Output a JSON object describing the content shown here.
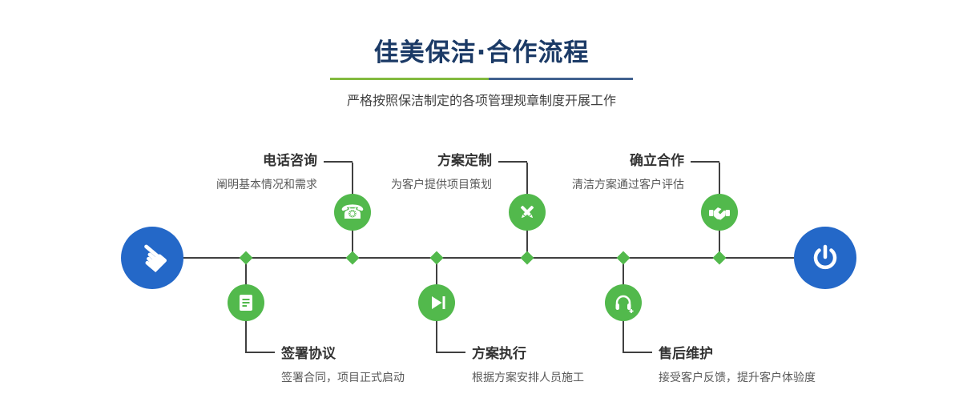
{
  "header": {
    "title": "佳美保洁·合作流程",
    "subtitle": "严格按照保洁制定的各项管理规章制度开展工作"
  },
  "flow": {
    "start": {
      "icon": "pointing-hand-icon"
    },
    "end": {
      "icon": "power-icon"
    },
    "steps_top": [
      {
        "title": "电话咨询",
        "desc": "阐明基本情况和需求",
        "icon": "phone-icon"
      },
      {
        "title": "方案定制",
        "desc": "为客户提供项目策划",
        "icon": "design-pens-icon"
      },
      {
        "title": "确立合作",
        "desc": "清洁方案通过客户评估",
        "icon": "handshake-icon"
      }
    ],
    "steps_bottom": [
      {
        "title": "签署协议",
        "desc": "签署合同，项目正式启动",
        "icon": "document-icon"
      },
      {
        "title": "方案执行",
        "desc": "根据方案安排人员施工",
        "icon": "play-icon"
      },
      {
        "title": "售后维护",
        "desc": "接受客户反馈，提升客户体验度",
        "icon": "headset-icon"
      }
    ]
  },
  "colors": {
    "title_navy": "#1b3a66",
    "accent_green": "#52b94c",
    "accent_blue": "#2468c8",
    "underline_green": "#82ba3e",
    "underline_blue": "#41618f",
    "line_gray": "#404040"
  }
}
